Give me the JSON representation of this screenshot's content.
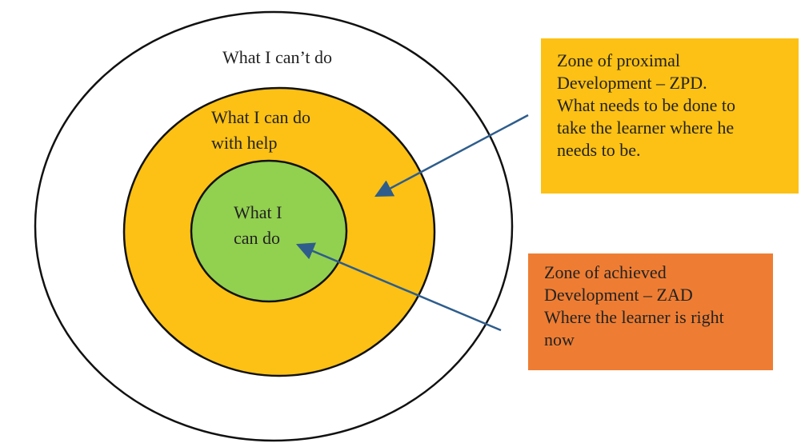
{
  "colors": {
    "outer_ring": "#ffffff",
    "middle_ring": "#fcc114",
    "inner_circle": "#92d050",
    "zpd_box": "#fcc114",
    "zad_box": "#ee7d33",
    "arrow": "#2e5d8c",
    "stroke": "#111111"
  },
  "circles": {
    "outer_label": "What I can’t do",
    "middle_label_lines": [
      "What I can do",
      "with help"
    ],
    "inner_label_lines": [
      "What I",
      "can do"
    ]
  },
  "zpd_box": {
    "lines": [
      "Zone of proximal",
      "Development – ZPD.",
      "What needs to be done to",
      "take the learner where he",
      "needs to be."
    ]
  },
  "zad_box": {
    "lines": [
      "Zone of achieved",
      "Development – ZAD",
      "Where the learner is right",
      "now"
    ]
  }
}
